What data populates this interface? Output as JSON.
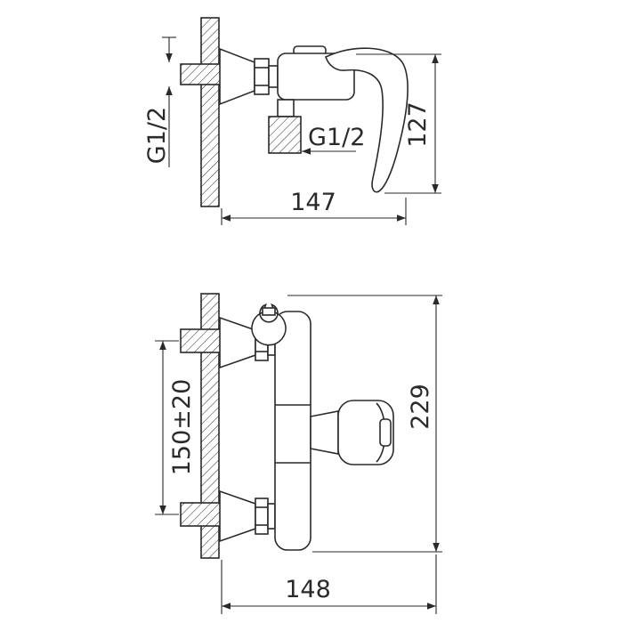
{
  "title": "shower-mixer-technical-drawing",
  "colors": {
    "ink": "#2a2a2a",
    "paper": "#ffffff"
  },
  "views": {
    "side": {
      "thread_inlet": "G1/2",
      "thread_outlet": "G1/2",
      "height": "127",
      "depth": "147"
    },
    "front": {
      "mount_span": "150±20",
      "height": "229",
      "width": "148"
    }
  }
}
